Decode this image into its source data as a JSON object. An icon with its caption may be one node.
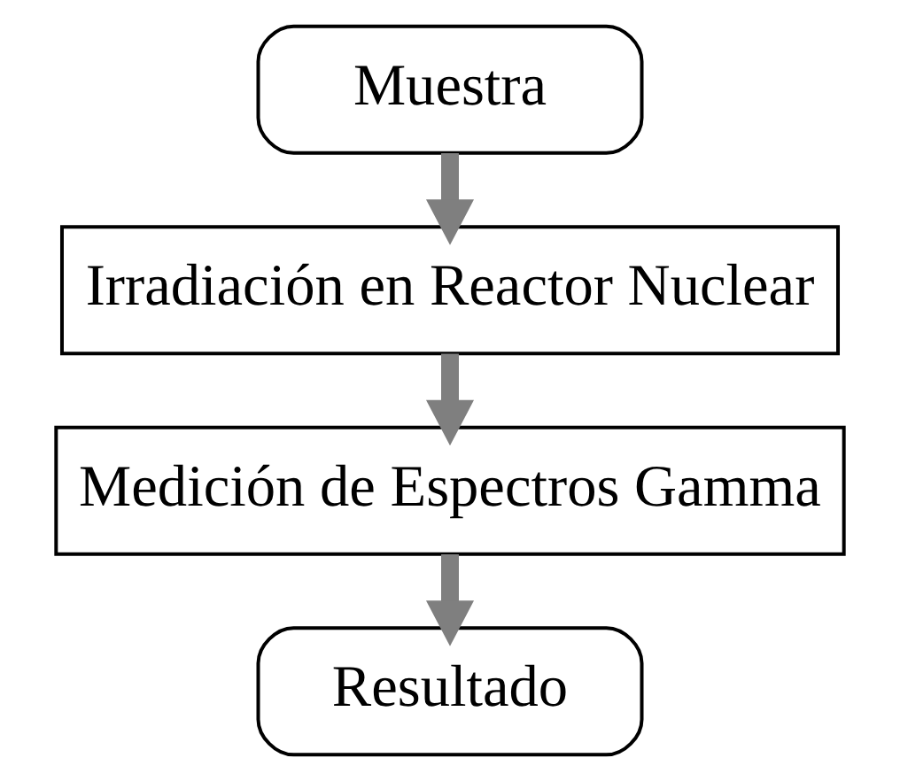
{
  "diagram": {
    "nodes": [
      {
        "text": [
          "Muestra"
        ]
      },
      {
        "text": [
          "Irradiación en Reactor Nuclear"
        ]
      },
      {
        "text": [
          "Medición de Espectros Gamma"
        ]
      },
      {
        "text": [
          "Resultado"
        ]
      }
    ],
    "edges": [
      {
        "from": 0,
        "to": 1,
        "arrow": "to"
      },
      {
        "from": 1,
        "to": 2,
        "arrow": "to"
      },
      {
        "from": 2,
        "to": 3,
        "arrow": "to"
      }
    ]
  }
}
